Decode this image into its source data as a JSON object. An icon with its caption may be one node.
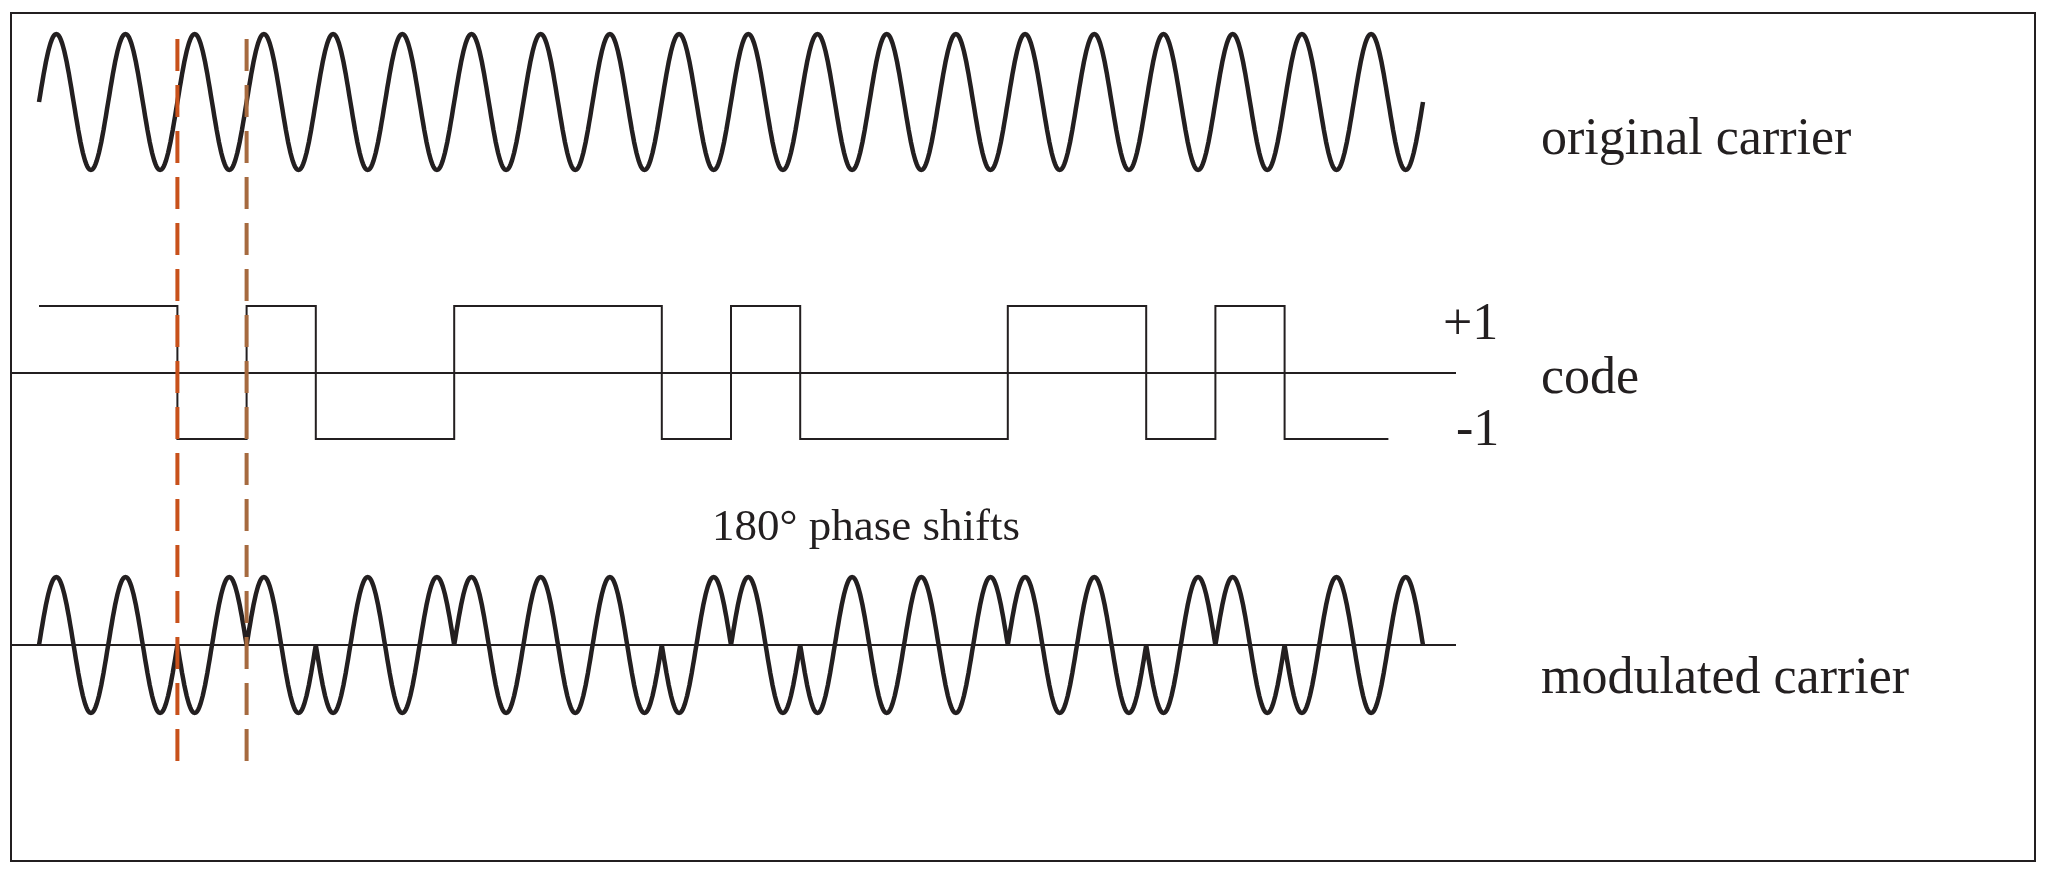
{
  "diagram": {
    "labels": [
      "original carrier",
      "+1",
      "code",
      "-1",
      "180° phase shifts",
      "modulated carrier"
    ]
  }
}
